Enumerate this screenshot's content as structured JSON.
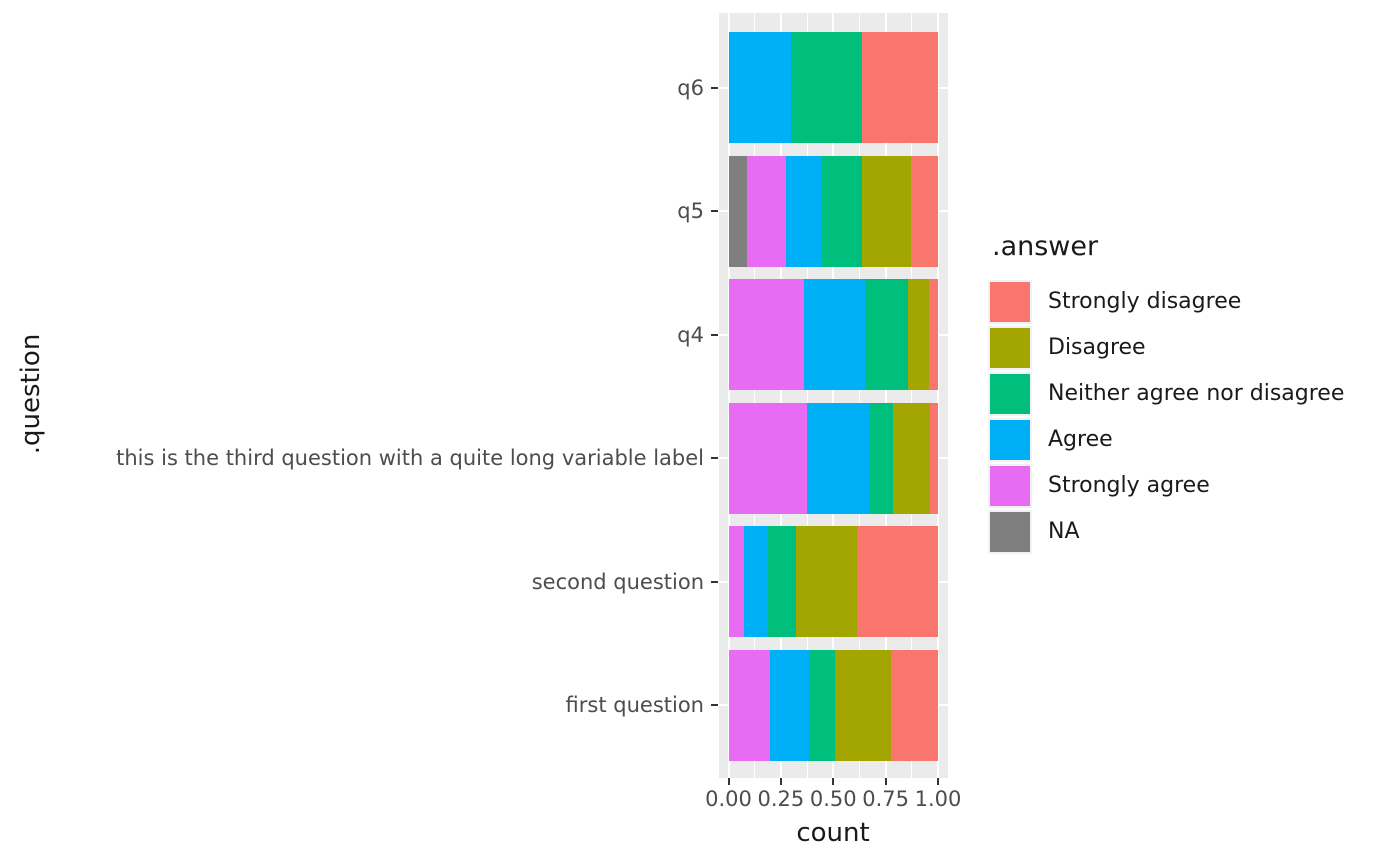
{
  "chart_data": {
    "type": "bar",
    "orientation": "horizontal",
    "stacked": true,
    "title": "",
    "xlabel": "count",
    "ylabel": ".question",
    "xlim": [
      0,
      1
    ],
    "grid": true,
    "x_tick_values": [
      0,
      0.25,
      0.5,
      0.75,
      1.0
    ],
    "x_tick_labels": [
      "0.00",
      "0.25",
      "0.50",
      "0.75",
      "1.00"
    ],
    "x_minor_tick_values": [
      0.125,
      0.375,
      0.625,
      0.875
    ],
    "categories": [
      "q6",
      "q5",
      "q4",
      "this is the third question with a quite long variable label",
      "second question",
      "first question"
    ],
    "stack_order_left_to_right": [
      "NA",
      "Strongly agree",
      "Agree",
      "Neither agree nor disagree",
      "Disagree",
      "Strongly disagree"
    ],
    "series": [
      {
        "name": "NA",
        "color": "#7F7F7F",
        "values": [
          0,
          0.09,
          0,
          0,
          0,
          0
        ]
      },
      {
        "name": "Strongly agree",
        "color": "#E76BF3",
        "values": [
          0,
          0.185,
          0.36,
          0.375,
          0.075,
          0.2
        ]
      },
      {
        "name": "Agree",
        "color": "#00B0F6",
        "values": [
          0.3,
          0.17,
          0.29,
          0.3,
          0.115,
          0.19
        ]
      },
      {
        "name": "Neither agree nor disagree",
        "color": "#00BF7D",
        "values": [
          0.335,
          0.19,
          0.205,
          0.11,
          0.13,
          0.12
        ]
      },
      {
        "name": "Disagree",
        "color": "#A3A500",
        "values": [
          0,
          0.235,
          0.1,
          0.175,
          0.295,
          0.265
        ]
      },
      {
        "name": "Strongly disagree",
        "color": "#F8766D",
        "values": [
          0.365,
          0.13,
          0.045,
          0.04,
          0.385,
          0.225
        ]
      }
    ],
    "legend": {
      "title": ".answer",
      "position": "right",
      "entries": [
        {
          "label": "Strongly disagree",
          "color": "#F8766D"
        },
        {
          "label": "Disagree",
          "color": "#A3A500"
        },
        {
          "label": "Neither agree nor disagree",
          "color": "#00BF7D"
        },
        {
          "label": "Agree",
          "color": "#00B0F6"
        },
        {
          "label": "Strongly agree",
          "color": "#E76BF3"
        },
        {
          "label": "NA",
          "color": "#7F7F7F"
        }
      ]
    },
    "theme": {
      "panel_background": "#EBEBEB",
      "grid_color": "#FFFFFF",
      "axis_text_color": "#4D4D4D",
      "title_color": "#1A1A1A",
      "tick_mark_color": "#333333",
      "legend_key_background": "#F2F2F2"
    }
  }
}
